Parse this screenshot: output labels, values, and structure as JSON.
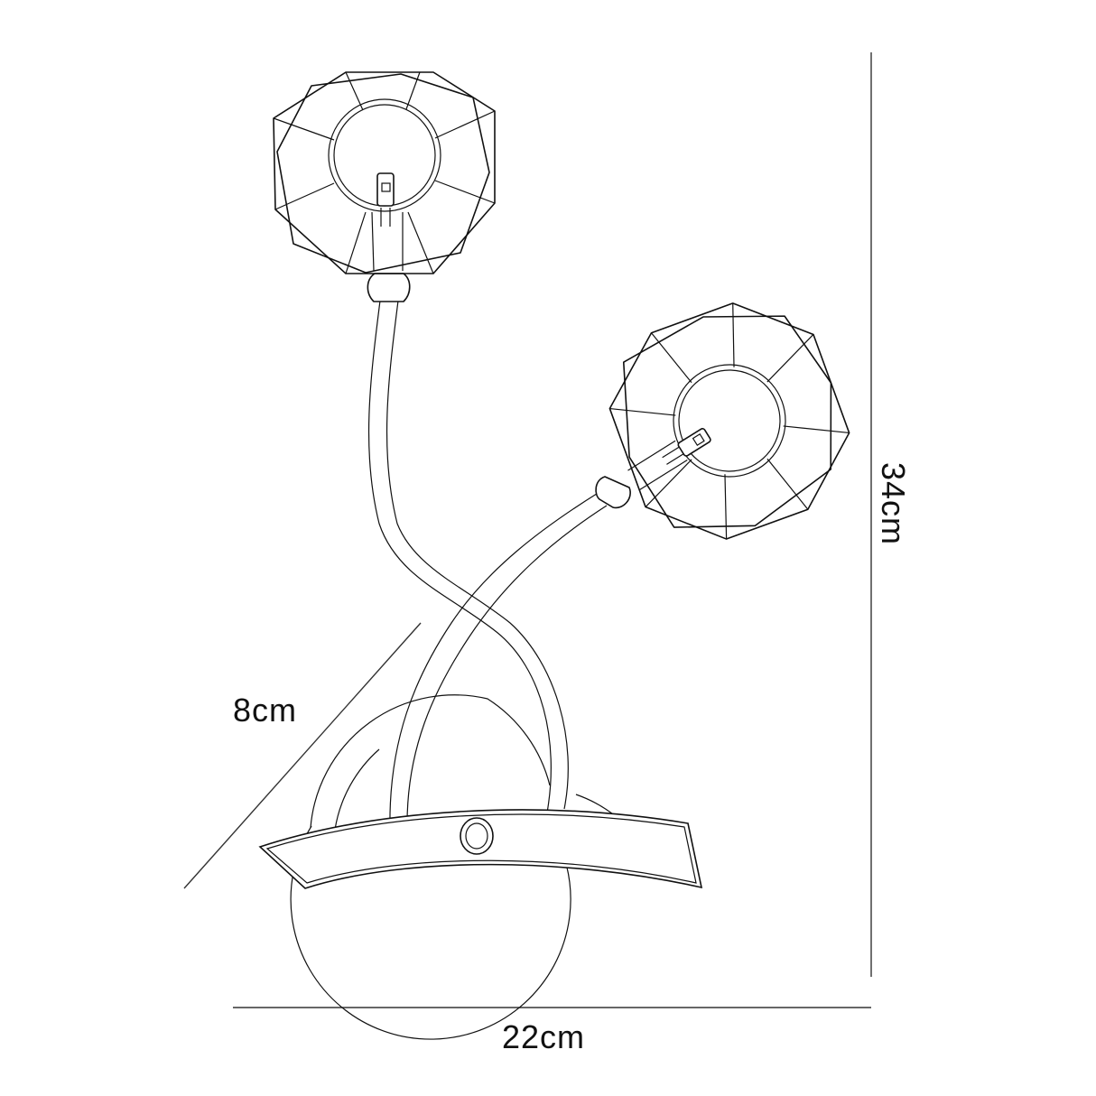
{
  "diagram": {
    "subject": "Two-light wall lamp with octagonal wire cage shades",
    "dimensions": {
      "width": "22cm",
      "height": "34cm",
      "depth": "8cm"
    },
    "colors": {
      "line": "#111111",
      "dimension_line": "#333333",
      "background": "#ffffff"
    }
  }
}
